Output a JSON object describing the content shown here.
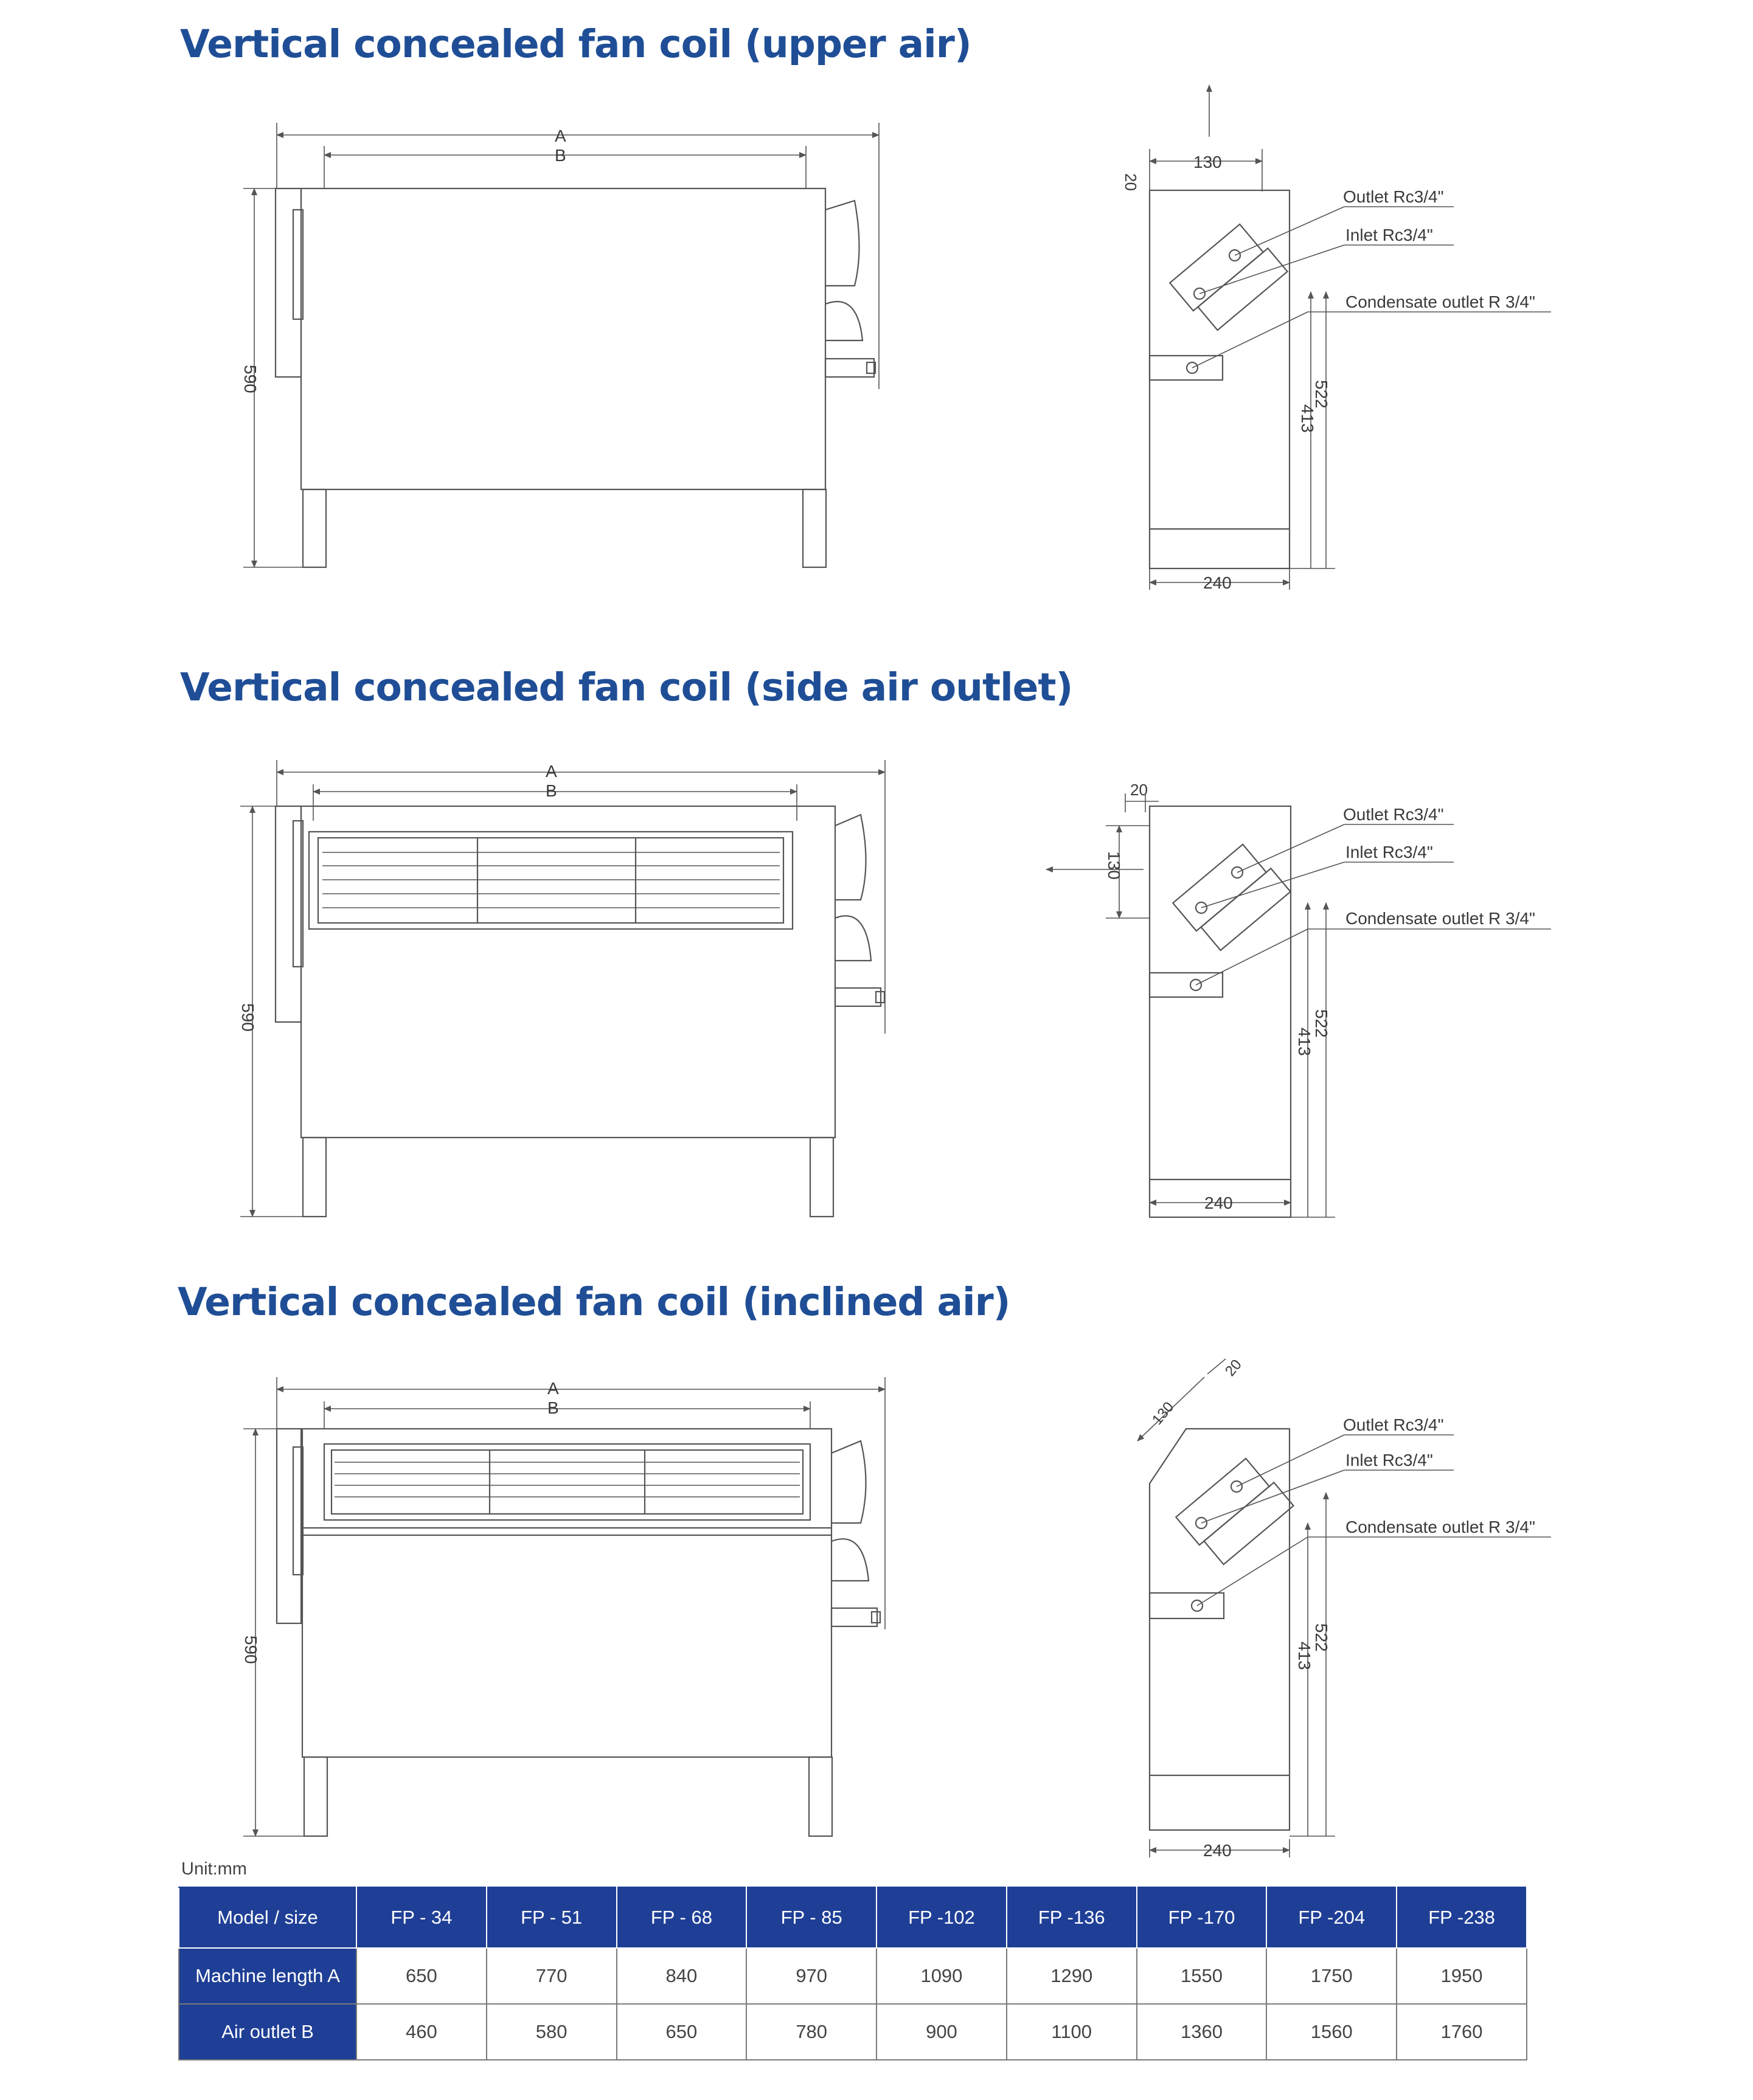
{
  "sections": [
    {
      "title": "Vertical concealed fan coil (upper air)",
      "front": {
        "dim_a": "A",
        "dim_b": "B",
        "height": "590"
      },
      "side": {
        "top_width": "130",
        "top_offset": "20",
        "outlet_label": "Outlet Rc3/4\"",
        "inlet_label": "Inlet Rc3/4\"",
        "condensate_label": "Condensate outlet R 3/4\"",
        "h1": "522",
        "h2": "413",
        "depth": "240"
      }
    },
    {
      "title": "Vertical concealed fan coil (side air outlet)",
      "front": {
        "dim_a": "A",
        "dim_b": "B",
        "height": "590"
      },
      "side": {
        "top_width": "130",
        "top_offset": "20",
        "outlet_label": "Outlet Rc3/4\"",
        "inlet_label": "Inlet Rc3/4\"",
        "condensate_label": "Condensate outlet R 3/4\"",
        "h1": "522",
        "h2": "413",
        "depth": "240"
      }
    },
    {
      "title": "Vertical concealed fan coil (inclined air)",
      "front": {
        "dim_a": "A",
        "dim_b": "B",
        "height": "590"
      },
      "side": {
        "top_width": "130",
        "top_offset": "20",
        "outlet_label": "Outlet Rc3/4\"",
        "inlet_label": "Inlet Rc3/4\"",
        "condensate_label": "Condensate outlet R 3/4\"",
        "h1": "522",
        "h2": "413",
        "depth": "240"
      }
    }
  ],
  "table": {
    "unit": "Unit:mm",
    "header": [
      "Model / size",
      "FP - 34",
      "FP - 51",
      "FP - 68",
      "FP - 85",
      "FP -102",
      "FP -136",
      "FP -170",
      "FP -204",
      "FP -238"
    ],
    "rows": [
      [
        "Machine length A",
        "650",
        "770",
        "840",
        "970",
        "1090",
        "1290",
        "1550",
        "1750",
        "1950"
      ],
      [
        "Air outlet B",
        "460",
        "580",
        "650",
        "780",
        "900",
        "1100",
        "1360",
        "1560",
        "1760"
      ]
    ]
  },
  "colors": {
    "title": "#1f4e96",
    "table_header_bg": "#1f3f96",
    "line": "#555555"
  }
}
